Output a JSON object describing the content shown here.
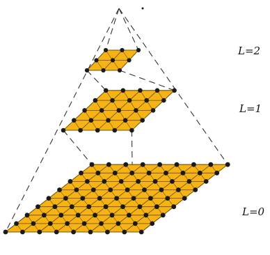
{
  "labels": {
    "L2": "L=2",
    "L1": "L=1",
    "L0": "L=0"
  },
  "colors": {
    "fill": "#f5b316",
    "grid": "#6b4a00",
    "node": "#1a1a1a",
    "dash": "#333333"
  }
}
